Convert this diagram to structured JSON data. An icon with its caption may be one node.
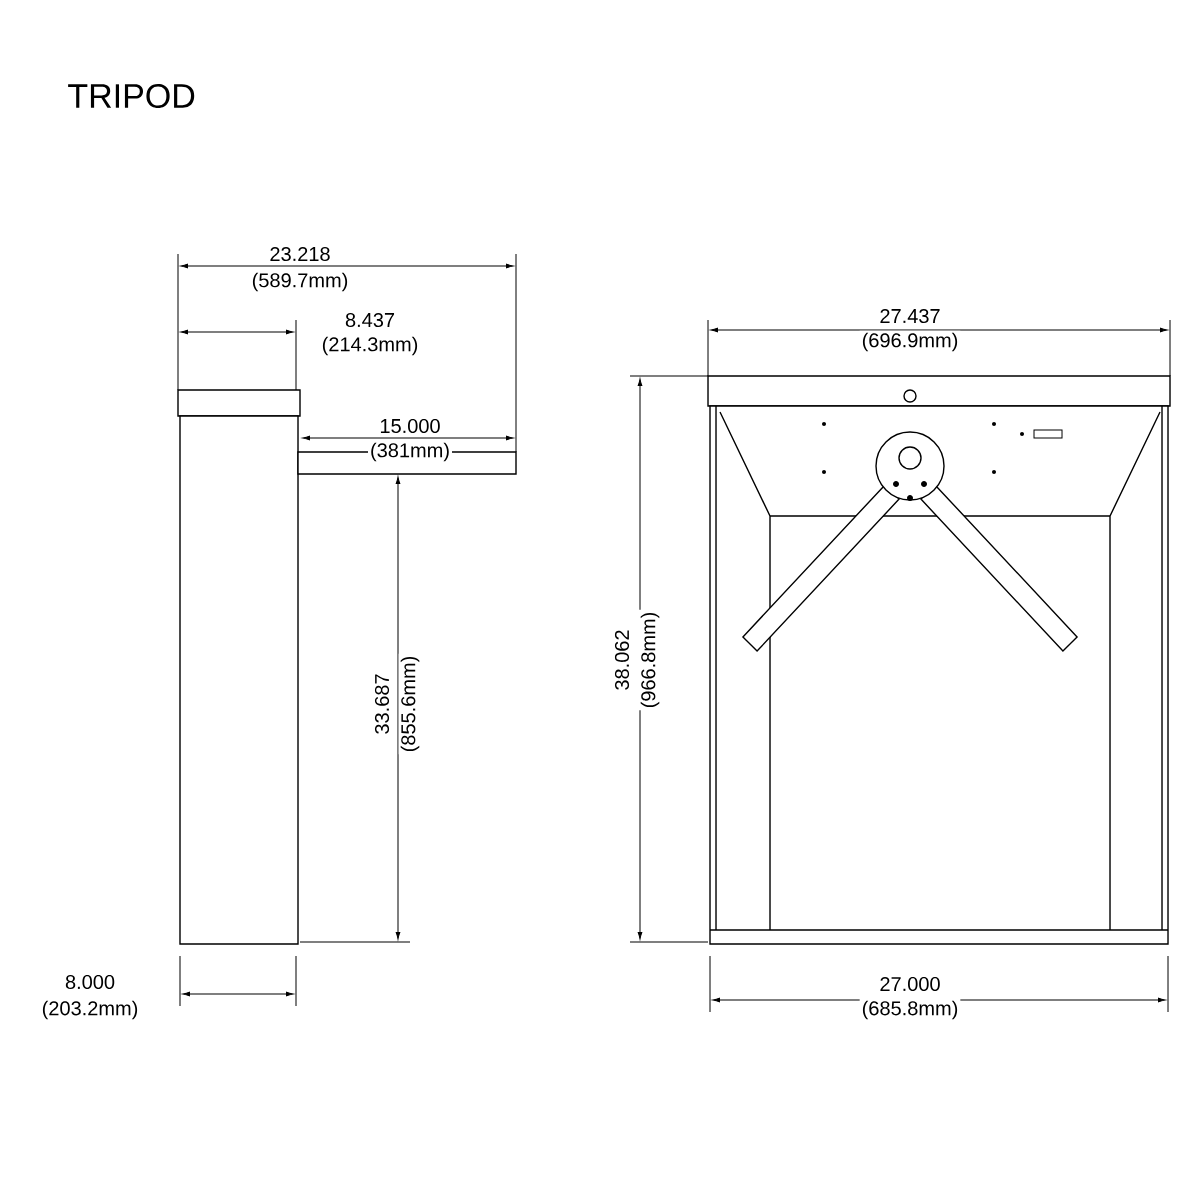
{
  "diagram": {
    "title": "TRIPOD",
    "labels": [
      "23.218",
      "(589.7mm)",
      "8.437",
      "(214.3mm)",
      "27.437",
      "(696.9mm)",
      "15.000",
      "(381mm)",
      "38.062",
      "(966.8mm)",
      "33.687",
      "(855.6mm)",
      "8.000",
      "(203.2mm)",
      "27.000",
      "(685.8mm)"
    ]
  }
}
